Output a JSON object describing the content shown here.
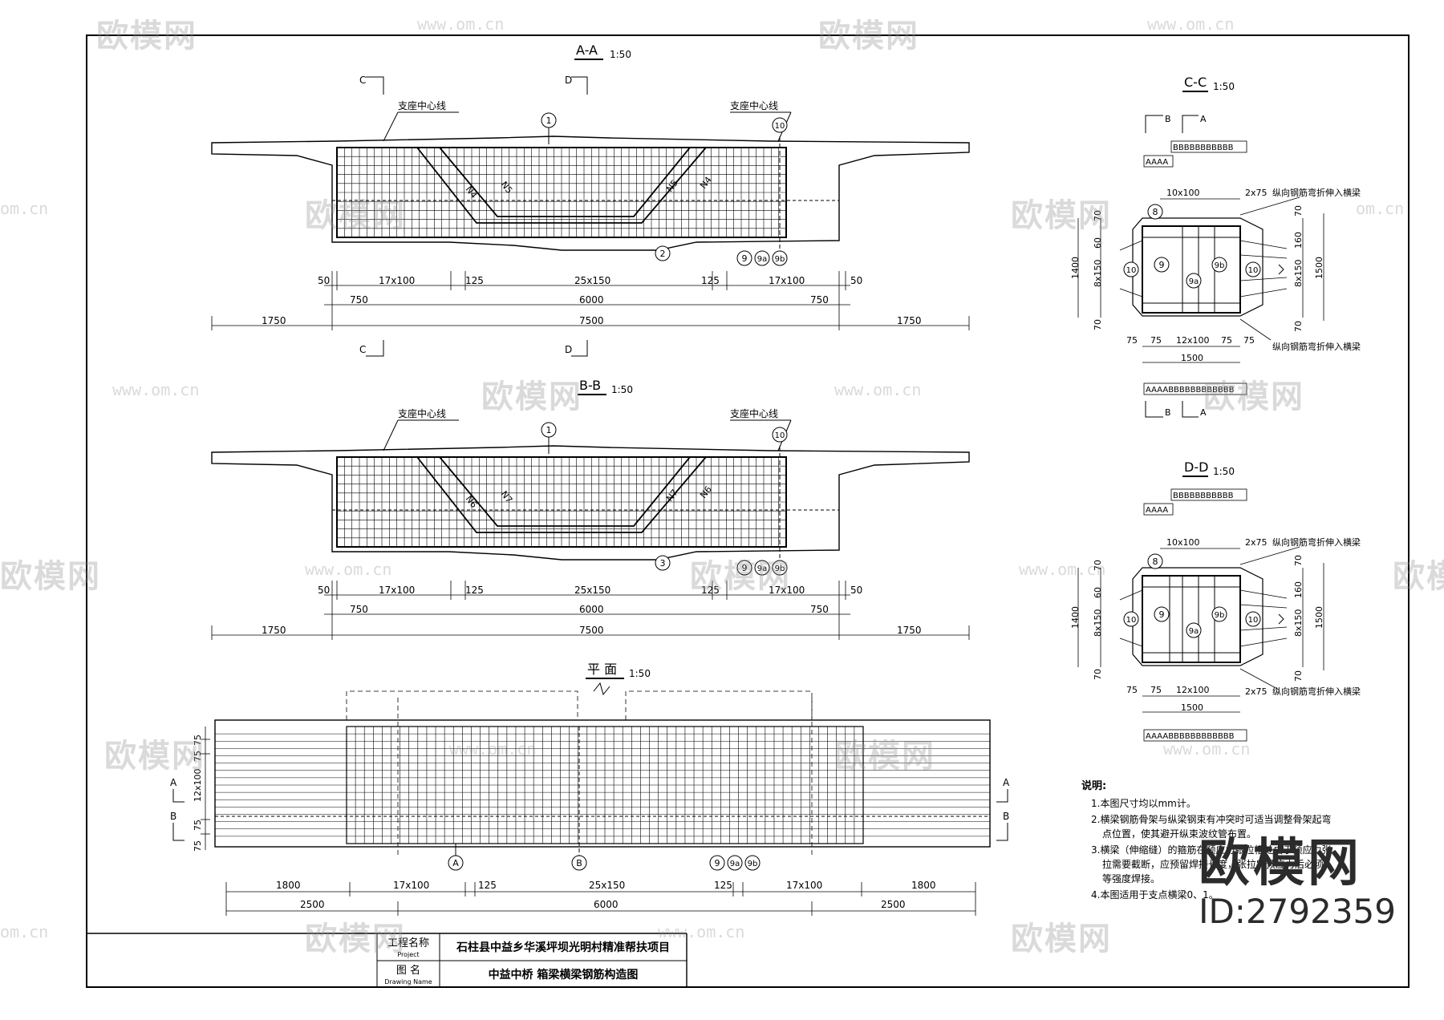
{
  "views": {
    "aa": {
      "title": "A-A",
      "scale": "1:50"
    },
    "bb": {
      "title": "B-B",
      "scale": "1:50"
    },
    "cc": {
      "title": "C-C",
      "scale": "1:50"
    },
    "dd": {
      "title": "D-D",
      "scale": "1:50"
    },
    "plan": {
      "title": "平 面",
      "scale": "1:50"
    }
  },
  "labels": {
    "support_centerline": "支座中心线",
    "bend_note": "纵向钢筋弯折伸入横梁",
    "cut_c": "C",
    "cut_d": "D",
    "cut_a": "A",
    "cut_b": "B"
  },
  "rebar_marks": {
    "m1": "1",
    "m2": "2",
    "m3": "3",
    "m8": "8",
    "m9": "9",
    "m9a": "9a",
    "m9b": "9b",
    "m10": "10",
    "mA": "A",
    "mB": "B",
    "n4": "N4",
    "n5": "N5",
    "n6": "N6",
    "n7": "N7"
  },
  "dims_elev": {
    "d50": "50",
    "d17x100": "17x100",
    "d125": "125",
    "d25x150": "25x150",
    "d750": "750",
    "d6000": "6000",
    "d1750": "1750",
    "d7500": "7500"
  },
  "dims_section": {
    "d10x100": "10x100",
    "d2x75": "2x75",
    "d70": "70",
    "d60": "60",
    "d1400": "1400",
    "d8x150": "8x150",
    "d160": "160",
    "d1500": "1500",
    "d75": "75",
    "d12x100": "12x100"
  },
  "dims_plan": {
    "d75": "75",
    "d12x100": "12x100",
    "d1800": "1800",
    "d17x100": "17x100",
    "d125": "125",
    "d25x150": "25x150",
    "d2500": "2500",
    "d6000": "6000"
  },
  "placeholders": {
    "aaaa": "AAAA",
    "bbbb": "BBBBBBBBBBB",
    "aaab": "AAAABBBBBBBBBBBB"
  },
  "notes": {
    "heading": "说明:",
    "lines": [
      "1.本图尺寸均以mm计。",
      "2.横梁钢筋骨架与纵梁钢束有冲突时可适当调整骨架起弯",
      "点位置，使其避开纵束波纹管布置。",
      "3.横梁（伸缩缝）的箍筋在预应力张拉槽处由于预应力张",
      "拉需要截断，应预留焊接长度，张拉完预应力后必须",
      "等强度焊接。",
      "4.本图适用于支点横梁0、1。"
    ]
  },
  "title_block": {
    "project_label_cn": "工程名称",
    "project_label_en": "Project",
    "project_name": "石柱县中益乡华溪坪坝光明村精准帮扶项目",
    "drawing_label_cn": "图 名",
    "drawing_label_en": "Drawing Name",
    "drawing_name": "中益中桥  箱梁横梁钢筋构造图"
  },
  "watermark": {
    "brand": "欧模网",
    "url": "www.om.cn",
    "url_short": "om.cn",
    "id": "ID:2792359"
  }
}
